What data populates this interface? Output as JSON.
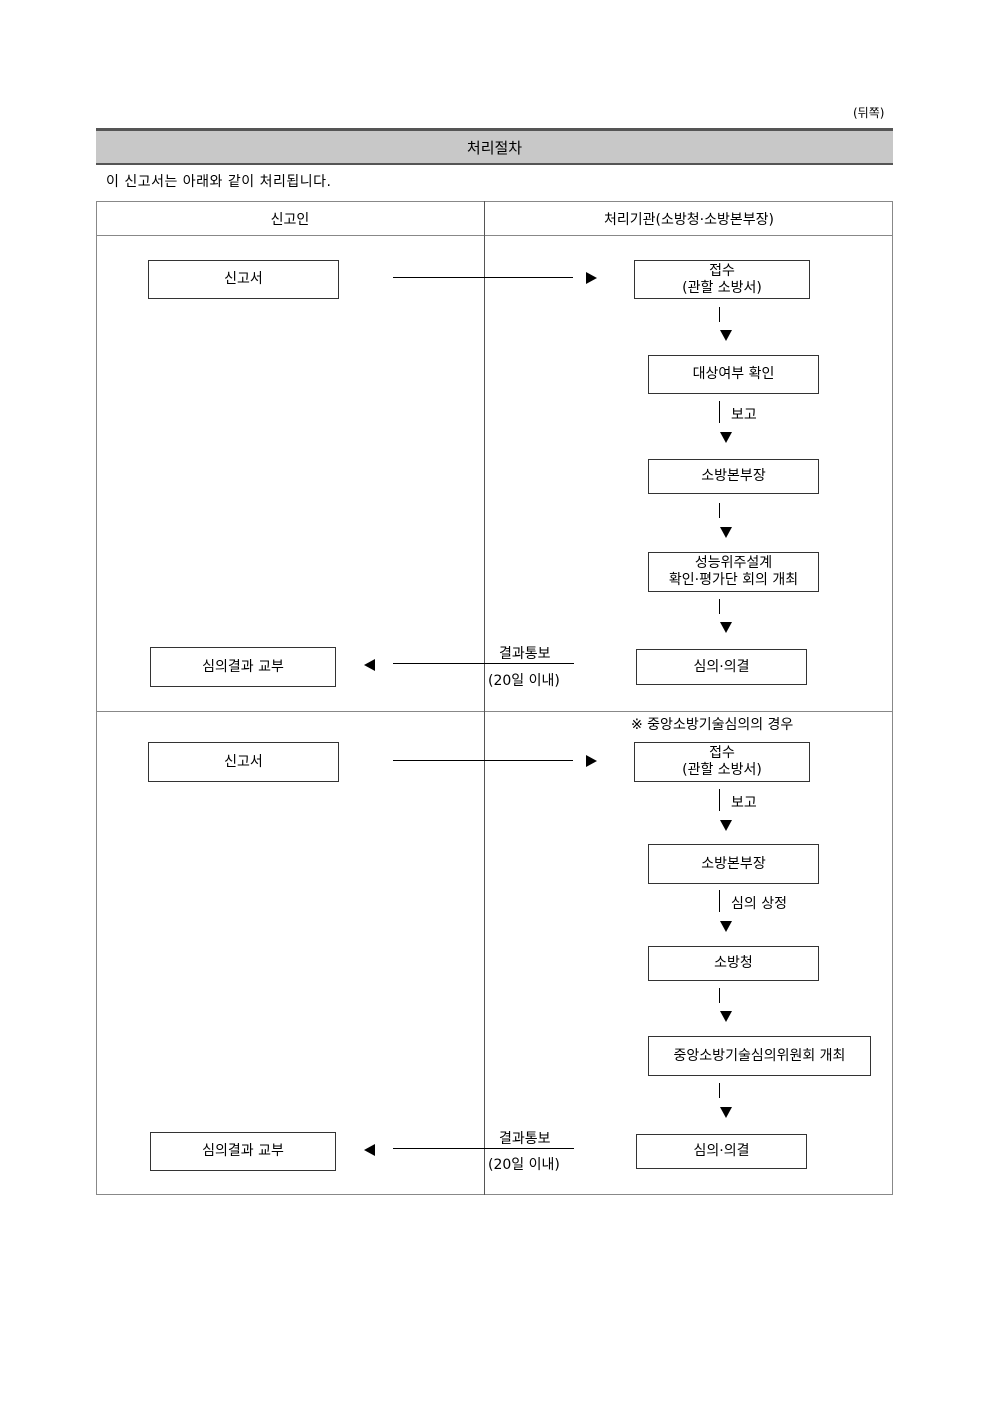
{
  "page_label": "(뒤쪽)",
  "header_title": "처리절차",
  "intro_text": "이 신고서는 아래와 같이 처리됩니다.",
  "columns": {
    "left": "신고인",
    "right": "처리기관(소방청·소방본부장)"
  },
  "section1": {
    "applicant_box": "신고서",
    "receipt_line1": "접수",
    "receipt_line2": "(관할 소방서)",
    "check_box": "대상여부 확인",
    "report_label": "보고",
    "hq_box": "소방본부장",
    "meeting_line1": "성능위주설계",
    "meeting_line2": "확인·평가단 회의 개최",
    "decision_box": "심의·의결",
    "notice_label": "결과통보",
    "deadline_label": "(20일 이내)",
    "result_box": "심의결과 교부"
  },
  "section2": {
    "note": "※ 중앙소방기술심의의 경우",
    "applicant_box": "신고서",
    "receipt_line1": "접수",
    "receipt_line2": "(관할 소방서)",
    "report_label": "보고",
    "hq_box": "소방본부장",
    "refer_label": "심의 상정",
    "agency_box": "소방청",
    "committee_box": "중앙소방기술심의위원회 개최",
    "decision_box": "심의·의결",
    "notice_label": "결과통보",
    "deadline_label": "(20일 이내)",
    "result_box": "심의결과 교부"
  }
}
